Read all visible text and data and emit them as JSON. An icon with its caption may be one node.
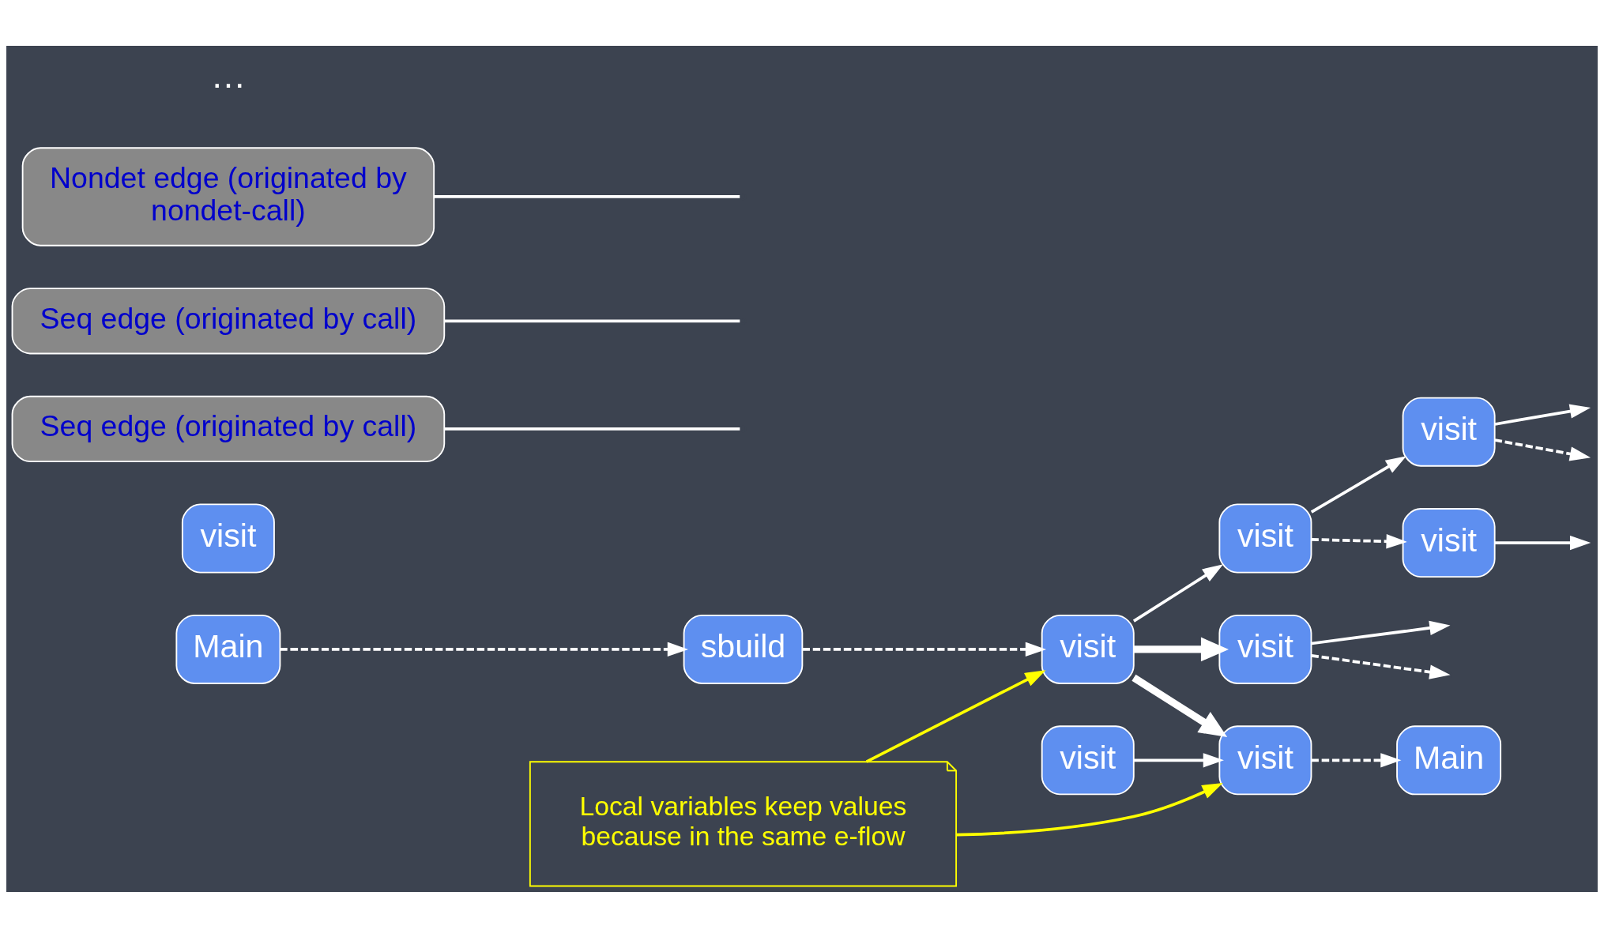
{
  "diagram": {
    "nodes": [
      {
        "text": [
          "Main"
        ]
      },
      {
        "text": [
          "sbuild"
        ]
      },
      {
        "text": [
          "visit"
        ]
      },
      {
        "text": [
          "visit"
        ]
      },
      {
        "text": [
          "visit"
        ]
      },
      {
        "text": [
          "visit"
        ]
      },
      {
        "text": [
          "visit"
        ]
      },
      {
        "text": [
          "visit"
        ]
      },
      {
        "text": [
          "visit"
        ]
      },
      {
        "text": [
          "visit"
        ]
      },
      {
        "text": [
          "Main"
        ]
      },
      {
        "text": [
          "Seq edge (originated by call)"
        ]
      },
      {
        "text": [
          "Seq edge (originated by call)"
        ]
      },
      {
        "text": [
          "Nondet edge (originated by nondet-call)"
        ]
      },
      {
        "text": [
          "Local variables keep values because in the same e-flow"
        ]
      }
    ],
    "edges": [
      {
        "from": 0,
        "to": 1,
        "arrow": "to",
        "style": "dashed"
      },
      {
        "from": 1,
        "to": 2,
        "arrow": "to",
        "style": "dashed"
      },
      {
        "from": 2,
        "to": 3,
        "arrow": "to"
      },
      {
        "from": 3,
        "to": 4,
        "arrow": "to"
      },
      {
        "from": 3,
        "to": 5,
        "arrow": "to",
        "style": "dashed"
      },
      {
        "from": 4,
        "to": null,
        "arrow": "to",
        "style": "dashed"
      },
      {
        "from": 4,
        "to": null,
        "arrow": "to"
      },
      {
        "from": 5,
        "to": null,
        "arrow": "to"
      },
      {
        "from": 2,
        "to": 6,
        "arrow": "to",
        "style": "thick"
      },
      {
        "from": 6,
        "to": null,
        "arrow": "to",
        "style": "dashed"
      },
      {
        "from": 6,
        "to": null,
        "arrow": "to"
      },
      {
        "from": 2,
        "to": 9,
        "arrow": "to",
        "style": "thick"
      },
      {
        "from": 7,
        "to": 9,
        "arrow": "to"
      },
      {
        "from": 9,
        "to": 10,
        "arrow": "to",
        "style": "dashed"
      },
      {
        "from": 11,
        "to": null,
        "arrow": "none"
      },
      {
        "from": 12,
        "to": null,
        "arrow": "none"
      },
      {
        "from": 13,
        "to": null,
        "arrow": "none"
      },
      {
        "from": 14,
        "to": 2,
        "arrow": "to",
        "color": "#ffff00"
      },
      {
        "from": 14,
        "to": 9,
        "arrow": "to",
        "color": "#ffff00"
      }
    ],
    "labels": [
      "…"
    ]
  }
}
